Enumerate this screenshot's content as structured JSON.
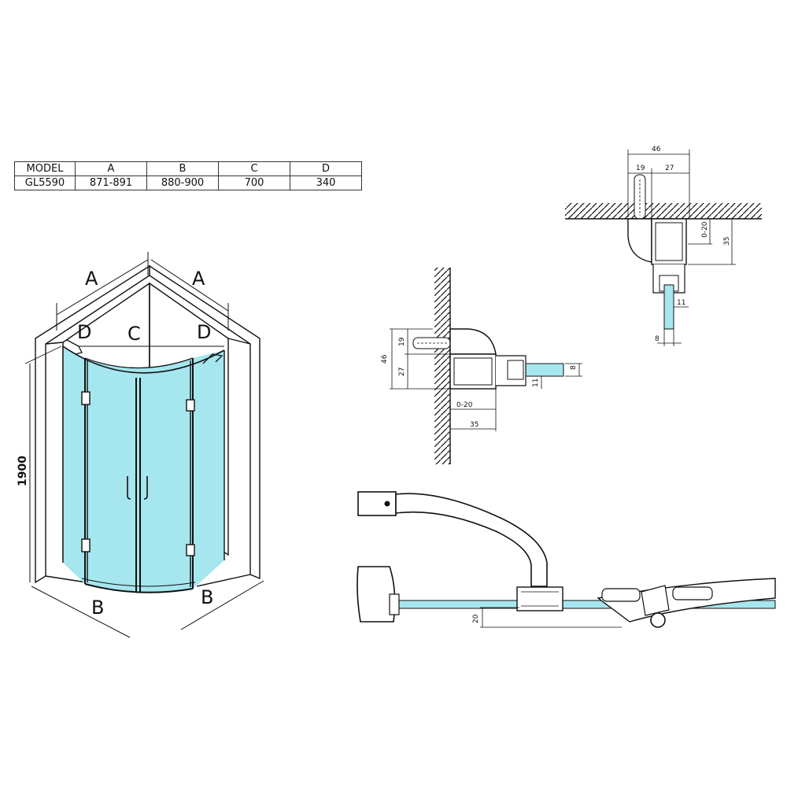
{
  "spec_table": {
    "headers": [
      "MODEL",
      "A",
      "B",
      "C",
      "D"
    ],
    "rows": [
      [
        "GL5590",
        "871-891",
        "880-900",
        "700",
        "340"
      ]
    ]
  },
  "main_view": {
    "label_a": "A",
    "label_b": "B",
    "label_c": "C",
    "label_d": "D",
    "height_label": "1900"
  },
  "wall_section": {
    "dim_46": "46",
    "dim_19": "19",
    "dim_27": "27",
    "dim_8": "8",
    "dim_11": "11",
    "dim_0_20": "0-20",
    "dim_35": "35"
  },
  "ceiling_section": {
    "dim_46": "46",
    "dim_19": "19",
    "dim_27": "27",
    "dim_0_20": "0-20",
    "dim_35": "35",
    "dim_11": "11",
    "dim_8": "8"
  },
  "bottom_detail": {
    "dim_20": "20"
  },
  "colors": {
    "glass": "#a6e6ee",
    "line": "#111111",
    "panel": "#ffffff"
  }
}
